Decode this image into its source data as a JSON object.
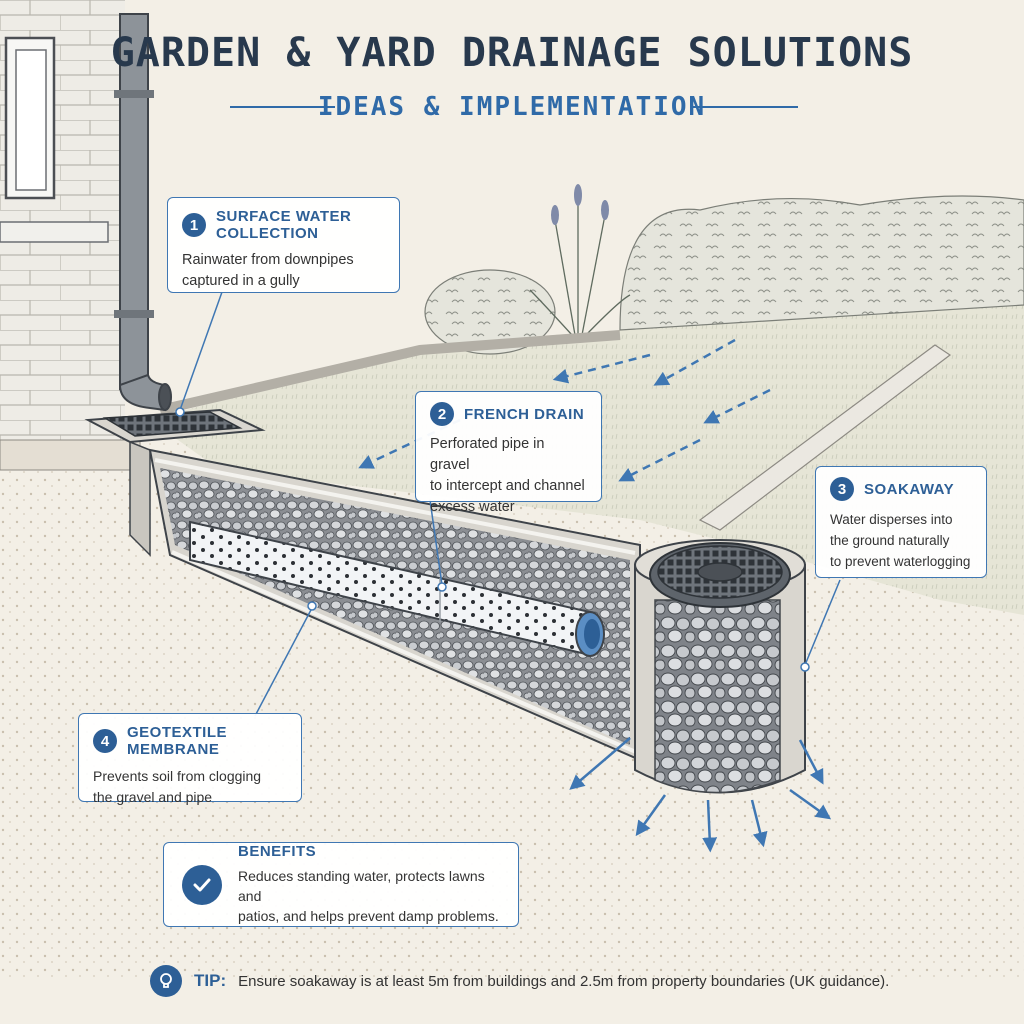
{
  "header": {
    "title": "GARDEN & YARD DRAINAGE SOLUTIONS",
    "subtitle": "IDEAS & IMPLEMENTATION"
  },
  "callouts": [
    {
      "number": "1",
      "title": "SURFACE WATER COLLECTION",
      "line1": "Rainwater from downpipes",
      "line2": "captured in a gully",
      "line3": ""
    },
    {
      "number": "2",
      "title": "FRENCH DRAIN",
      "line1": "Perforated pipe in gravel",
      "line2": "to intercept and channel",
      "line3": "excess water"
    },
    {
      "number": "3",
      "title": "SOAKAWAY",
      "line1": "Water disperses into",
      "line2": "the ground naturally",
      "line3": "to prevent waterlogging"
    },
    {
      "number": "4",
      "title": "GEOTEXTILE MEMBRANE",
      "line1": "Prevents soil from clogging",
      "line2": "the gravel and pipe",
      "line3": ""
    }
  ],
  "benefits": {
    "title": "BENEFITS",
    "line1": "Reduces standing water, protects lawns and",
    "line2": "patios, and helps prevent damp problems."
  },
  "tip": {
    "label": "TIP:",
    "text": "Ensure soakaway is at least 5m from buildings and 2.5m from property boundaries (UK guidance)."
  },
  "colors": {
    "accent": "#2d5f96",
    "title": "#28394d",
    "background": "#f3efe6",
    "lawn": "#e6e5d6",
    "soil": "#ebe3d4",
    "arrows": "#3f77b3"
  },
  "icons": [
    "downpipe-icon",
    "gully-grate-icon",
    "perforated-pipe-icon",
    "soakaway-crate-icon",
    "water-arrow-icon",
    "check-icon",
    "lightbulb-icon"
  ]
}
